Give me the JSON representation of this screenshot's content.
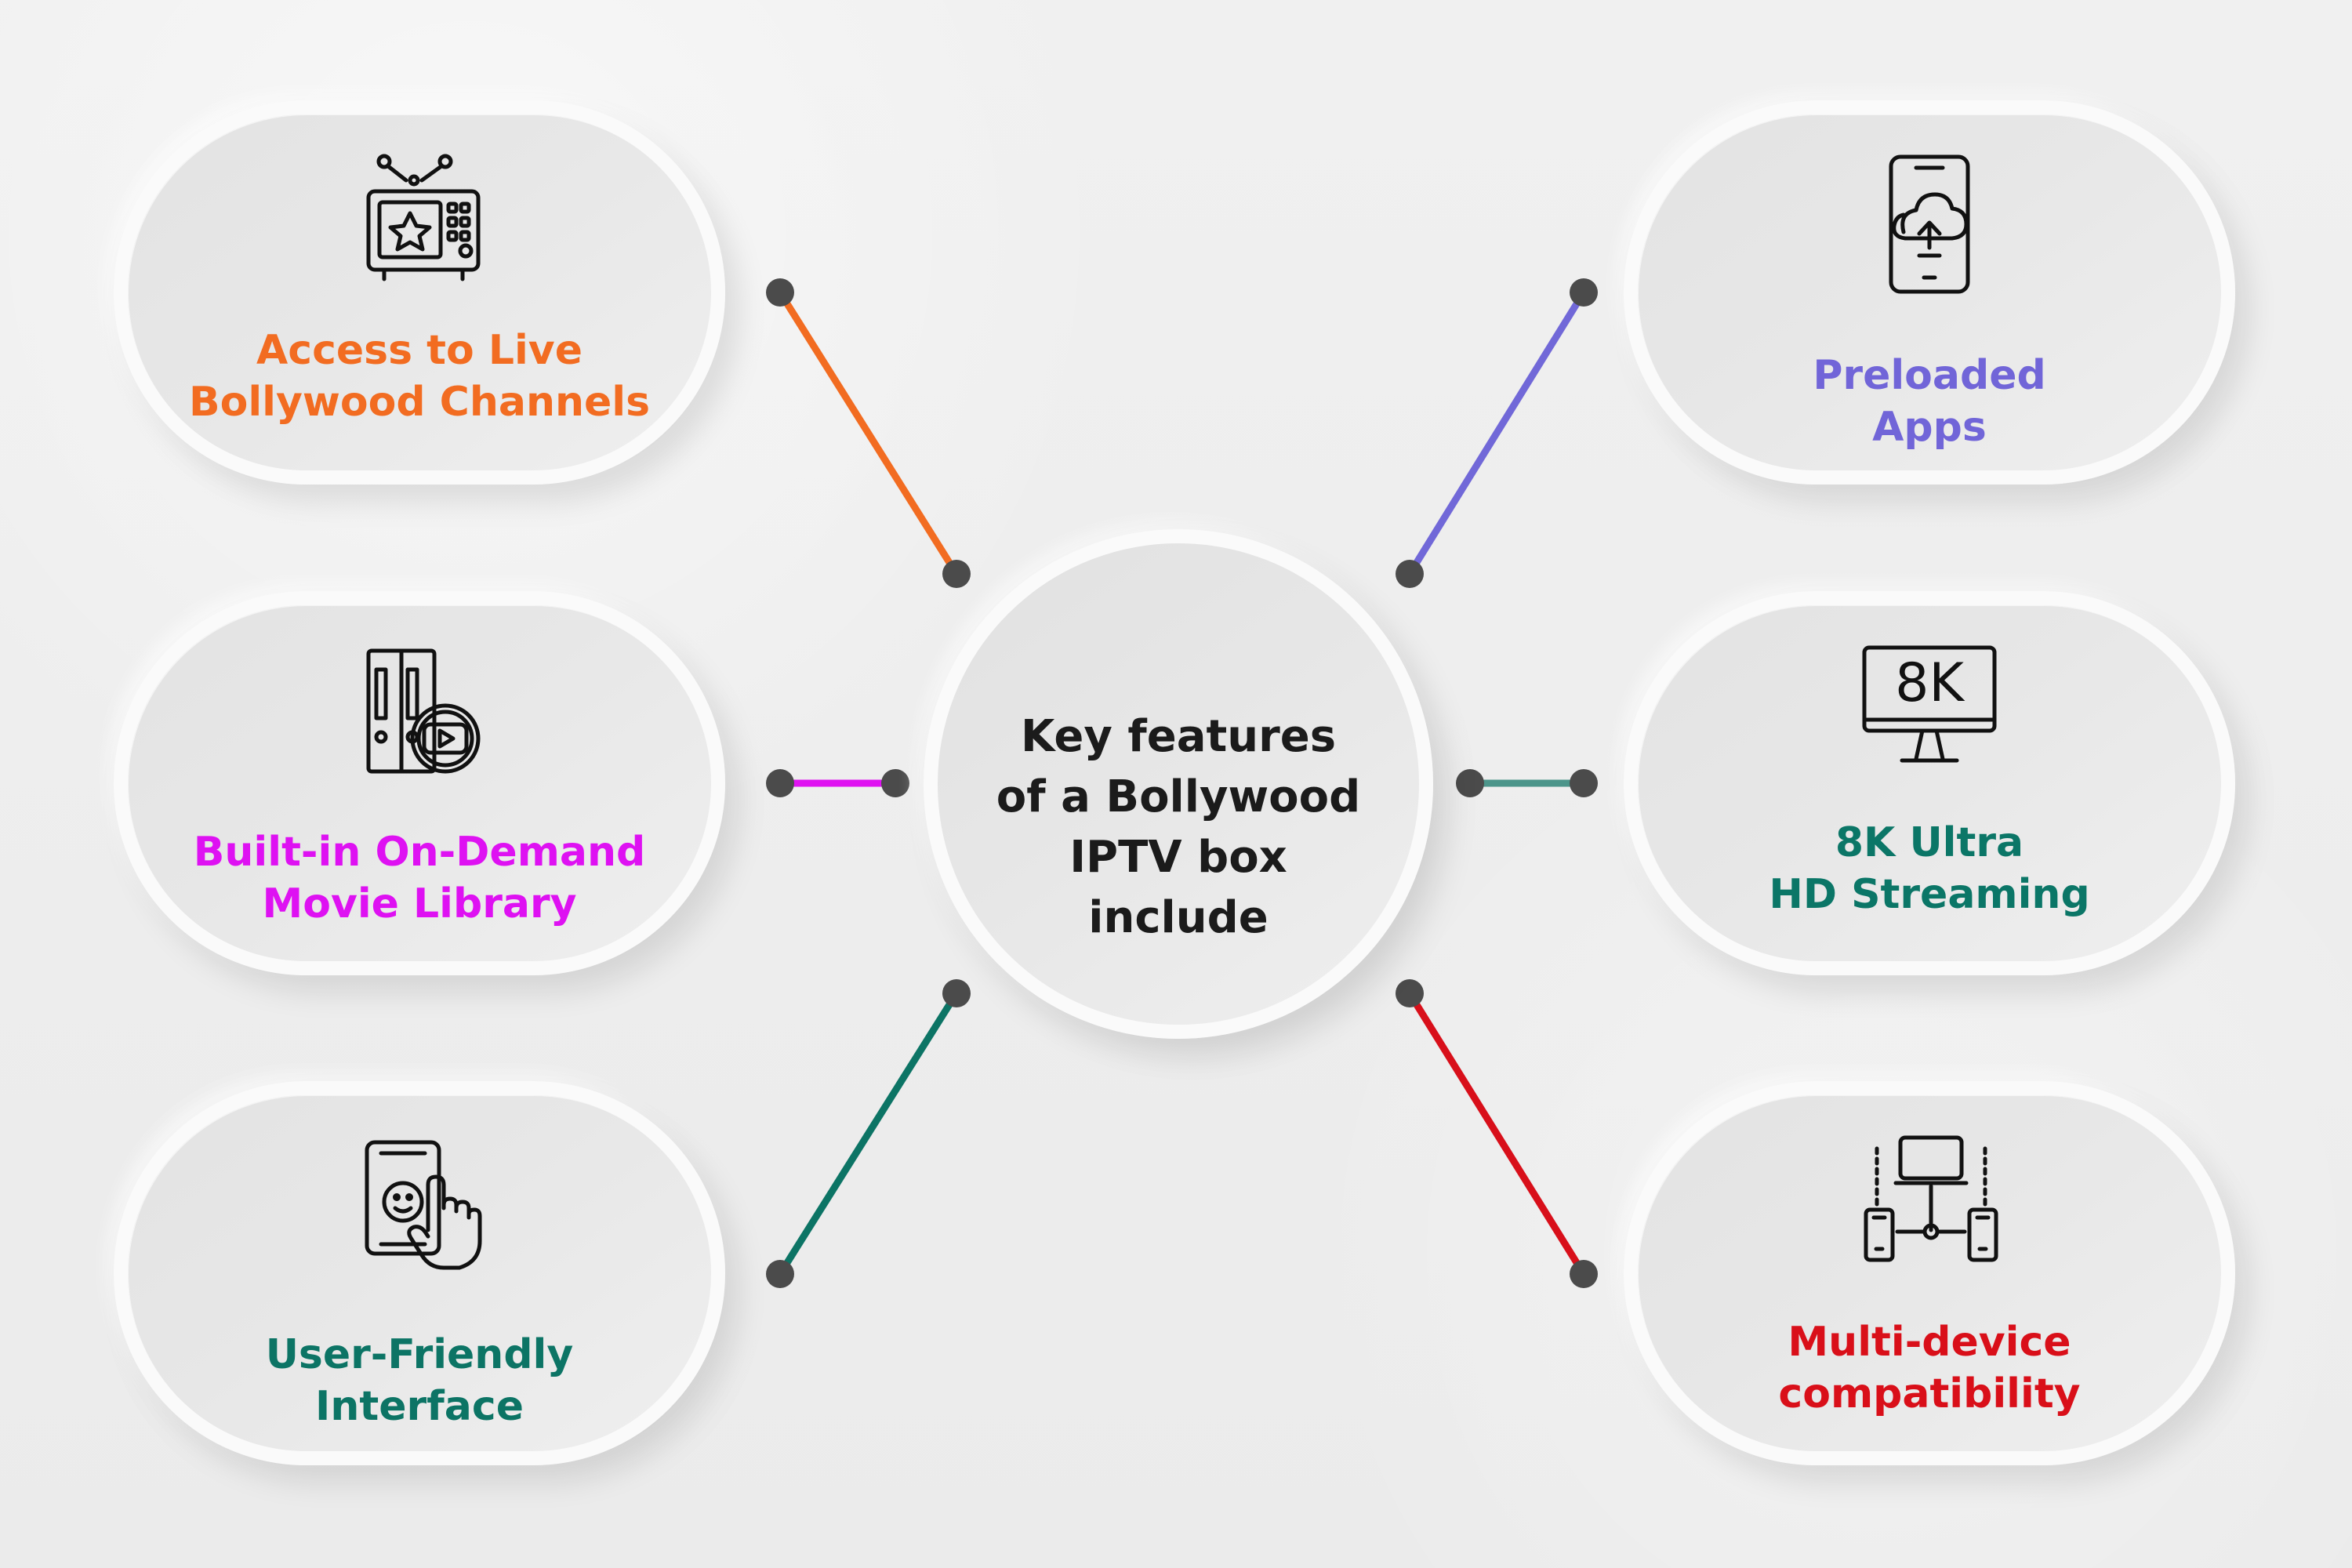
{
  "center": {
    "line1": "Key features",
    "line2": "of a Bollywood",
    "line3": "IPTV box include"
  },
  "features": [
    {
      "line1": "Access to Live",
      "line2": "Bollywood Channels",
      "color": "#f26c21",
      "icon": "live-tv-icon"
    },
    {
      "line1": "Built-in On-Demand",
      "line2": "Movie Library",
      "color": "#de11f2",
      "icon": "movie-library-icon"
    },
    {
      "line1": "User-Friendly",
      "line2": "Interface",
      "color": "#0c7465",
      "icon": "touch-interface-icon"
    },
    {
      "line1": "Preloaded",
      "line2": "Apps",
      "color": "#7165d8",
      "icon": "preloaded-apps-icon"
    },
    {
      "line1": "8K Ultra",
      "line2": "HD Streaming",
      "color": "#0b7667",
      "icon": "eight-k-display-icon",
      "icon_text": "8K"
    },
    {
      "line1": "Multi-device",
      "line2": "compatibility",
      "color": "#d90f19",
      "icon": "multi-device-icon"
    }
  ],
  "colors": {
    "connector_dot": "#4b4b4b",
    "left_top_line": "#f26c21",
    "left_middle_line": "#df12f1",
    "left_bottom_line": "#0c7465",
    "right_top_line": "#7168d8",
    "right_middle_line": "#4c958a",
    "right_bottom_line": "#d80f1a"
  }
}
